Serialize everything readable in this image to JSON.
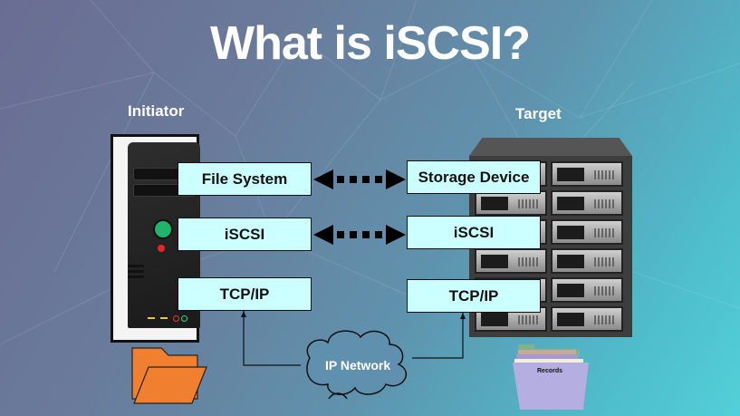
{
  "title": "What is iSCSI?",
  "initiator": {
    "label": "Initiator",
    "layers": [
      "File System",
      "iSCSI",
      "TCP/IP"
    ],
    "device_icon": "desktop-tower-icon",
    "storage_icon": "folder-icon"
  },
  "target": {
    "label": "Target",
    "layers": [
      "Storage Device",
      "iSCSI",
      "TCP/IP"
    ],
    "device_icon": "server-rack-icon",
    "storage_icon": "records-folder-icon",
    "records_label": "Records"
  },
  "network": {
    "label": "IP Network",
    "icon": "cloud-icon"
  },
  "colors": {
    "box_fill": "#ccffff",
    "folder_orange": "#f08030",
    "records_purple": "#b5aee0",
    "power_green": "#1fb36b"
  }
}
